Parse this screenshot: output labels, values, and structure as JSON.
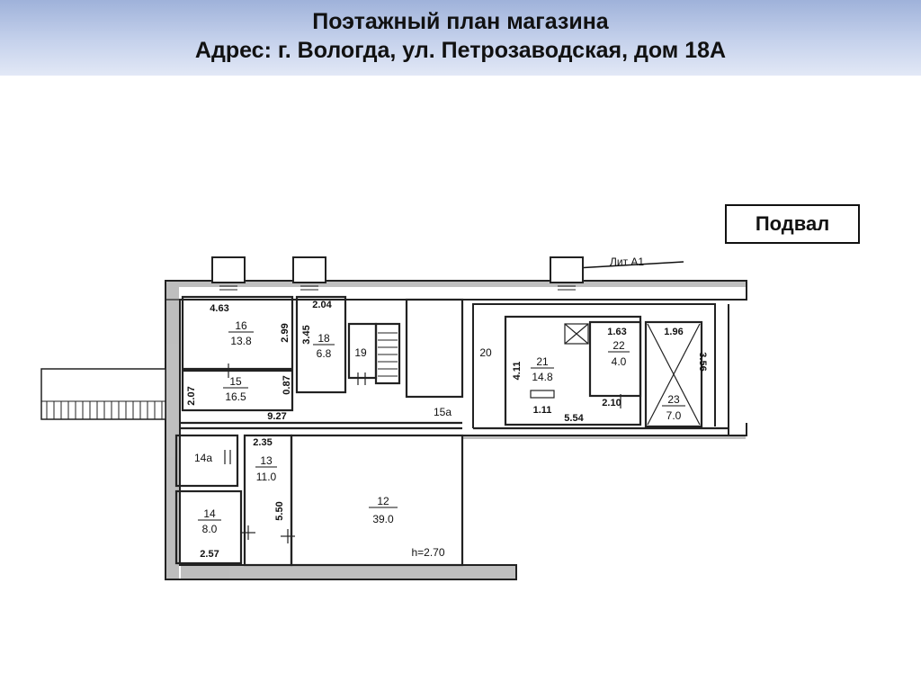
{
  "header": {
    "title": "Поэтажный план магазина",
    "address": "Адрес: г. Вологда, ул. Петрозаводская, дом 18А"
  },
  "plan": {
    "floor_label": "Подвал",
    "building_label": "Лит А1",
    "ceiling_height": "h=2.70",
    "rooms": {
      "r16": {
        "number": "16",
        "area": "13.8"
      },
      "r18": {
        "number": "18",
        "area": "6.8"
      },
      "r19": {
        "number": "19"
      },
      "r20": {
        "number": "20"
      },
      "r15": {
        "number": "15",
        "area": "16.5"
      },
      "r15a": {
        "number": "15а"
      },
      "r21": {
        "number": "21",
        "area": "14.8"
      },
      "r22": {
        "number": "22",
        "area": "4.0"
      },
      "r23": {
        "number": "23",
        "area": "7.0"
      },
      "r14a": {
        "number": "14а"
      },
      "r13": {
        "number": "13",
        "area": "11.0"
      },
      "r14": {
        "number": "14",
        "area": "8.0"
      },
      "r12": {
        "number": "12",
        "area": "39.0"
      }
    },
    "dims": {
      "d463": "4.63",
      "d299": "2.99",
      "d345": "3.45",
      "d204": "2.04",
      "d207": "2.07",
      "d087": "0.87",
      "d927": "9.27",
      "d235": "2.35",
      "d550": "5.50",
      "d257": "2.57",
      "d411": "4.11",
      "d111": "1.11",
      "d554": "5.54",
      "d163": "1.63",
      "d210": "2.10",
      "d196": "1.96",
      "d356": "3.56"
    }
  }
}
